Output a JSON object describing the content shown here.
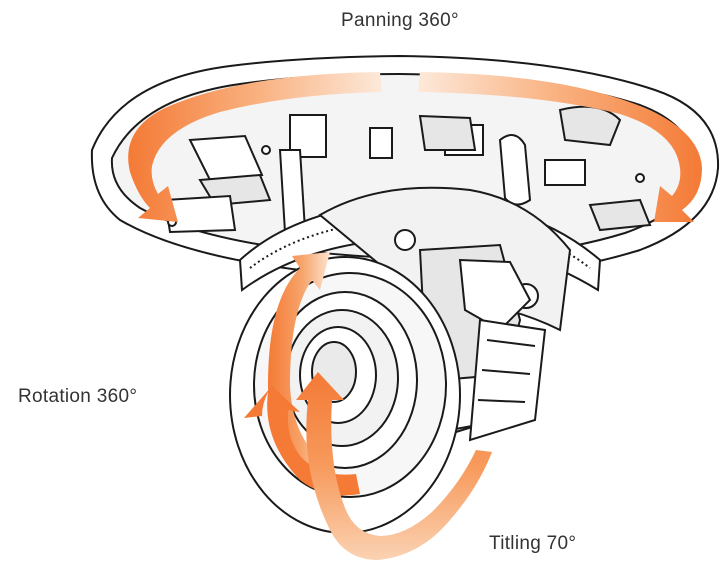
{
  "labels": {
    "panning": "Panning 360°",
    "rotation": "Rotation 360°",
    "tilting": "Titling 70°"
  },
  "colors": {
    "arrow": "#f47a36",
    "arrow_light": "#fbd2b3",
    "line": "#1a1a1a",
    "fill": "#ffffff",
    "shade": "#e6e6e6"
  },
  "icons": [
    "pan-arrow-icon",
    "rotation-arrow-icon",
    "tilt-arrow-icon"
  ]
}
